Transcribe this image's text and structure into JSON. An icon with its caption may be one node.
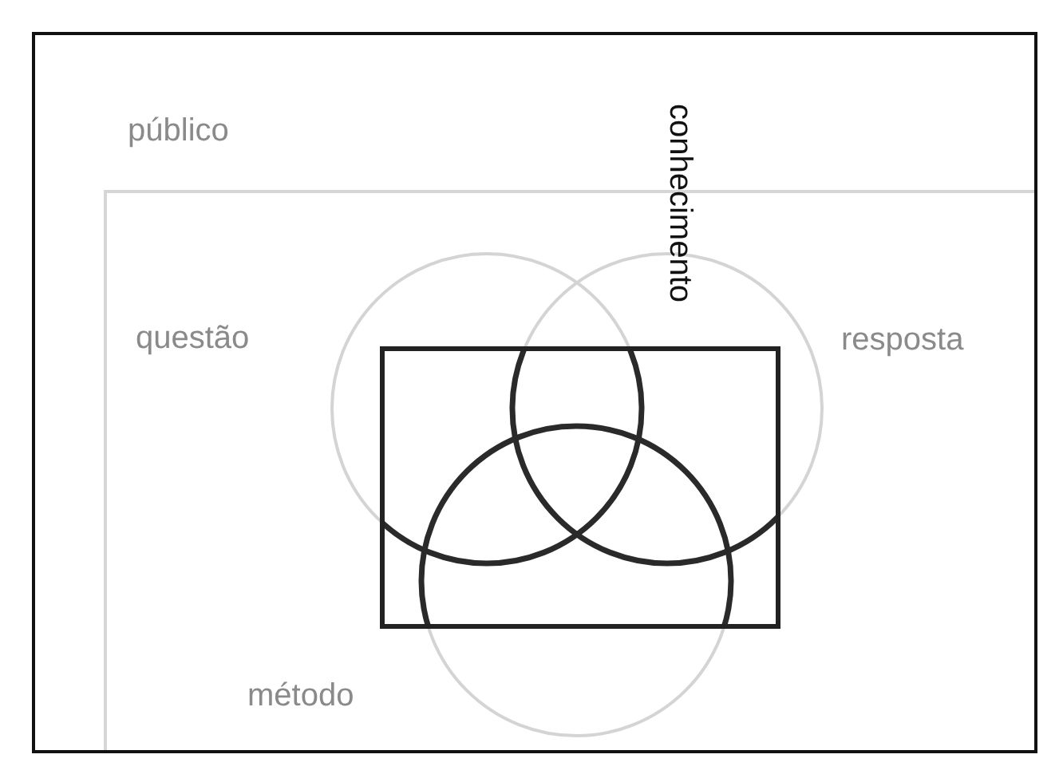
{
  "diagram": {
    "nodes": [
      {
        "text": [
          "público"
        ]
      },
      {
        "text": [
          "questão"
        ],
        "in": 0
      },
      {
        "text": [
          "resposta"
        ],
        "in": 0
      },
      {
        "text": [
          "método"
        ],
        "in": 0
      },
      {
        "text": [
          "conhecimento"
        ],
        "in": 0
      }
    ],
    "edges": []
  }
}
